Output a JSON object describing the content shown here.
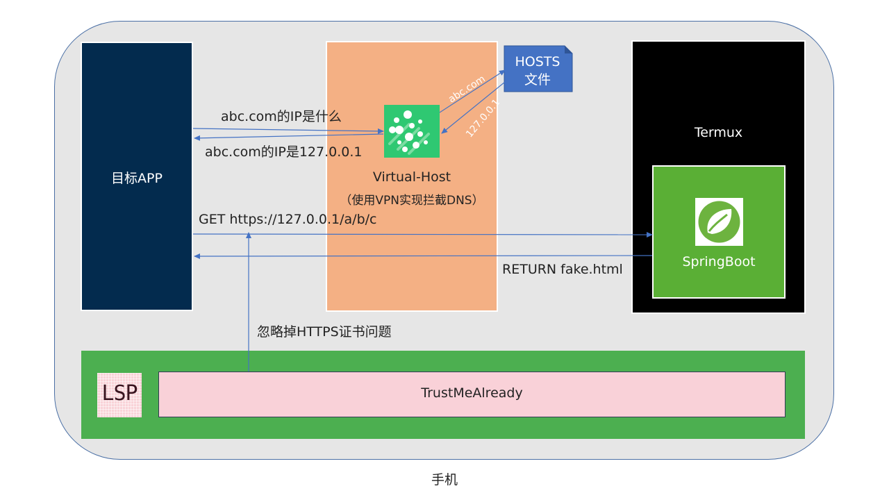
{
  "device": {
    "label": "手机"
  },
  "target_app": {
    "label": "目标APP"
  },
  "virtual_host": {
    "title": "Virtual-Host",
    "subtitle": "（使用VPN实现拦截DNS）"
  },
  "hosts_file": {
    "line1": "HOSTS",
    "line2": "文件"
  },
  "termux": {
    "label": "Termux"
  },
  "springboot": {
    "label": "SpringBoot"
  },
  "lsp": {
    "logo_text": "LSP",
    "module_label": "TrustMeAlready"
  },
  "arrows": {
    "dns_query": "abc.com的IP是什么",
    "dns_answer": "abc.com的IP是127.0.0.1",
    "hosts_query": "abc.com",
    "hosts_answer": "127.0.0.1",
    "http_request": "GET https://127.0.0.1/a/b/c",
    "http_response": "RETURN fake.html",
    "ignore_https": "忽略掉HTTPS证书问题"
  },
  "colors": {
    "arrow": "#4472c4",
    "app_box": "#032b4e",
    "virtual_host_box": "#f4b084",
    "termux_box": "#000000",
    "springboot_box": "#5aaf35",
    "lsp_box": "#4caf50",
    "trust_box": "#f9d1d8",
    "hosts_doc": "#4472c4"
  }
}
